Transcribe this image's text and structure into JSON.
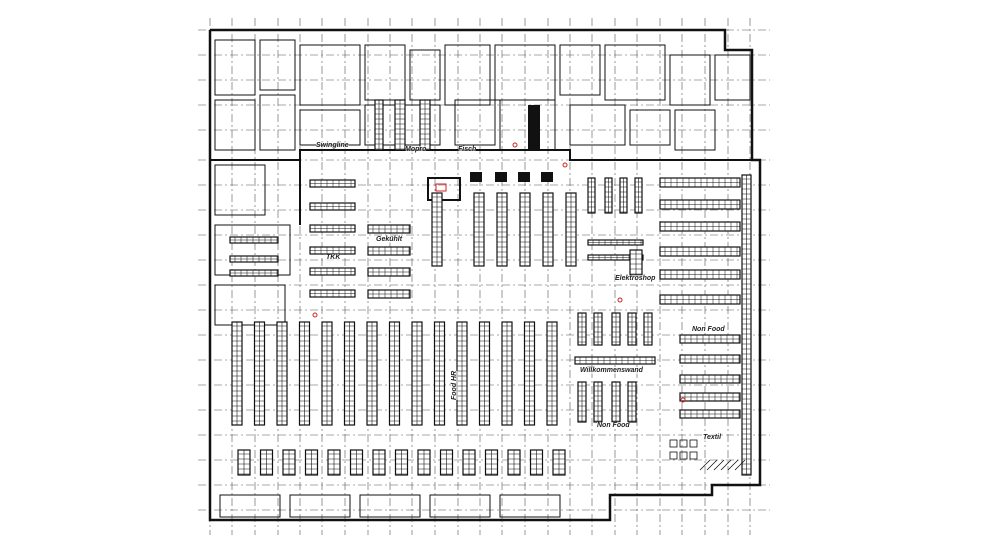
{
  "title": "Floor plan",
  "zones": {
    "swingline": "Swingline",
    "mopro": "Mopro",
    "fisch": "Fisch",
    "gekuehlt": "Gekühlt",
    "tkk": "TKK",
    "elektroshop": "Elektroshop",
    "non_food_right": "Non Food",
    "willkommenswand": "Willkommenswand",
    "food_hr": "Food HR",
    "non_food_center": "Non Food",
    "textil": "Textil"
  },
  "colors": {
    "line": "#111111",
    "grid": "#555555",
    "accent": "#d22222"
  }
}
